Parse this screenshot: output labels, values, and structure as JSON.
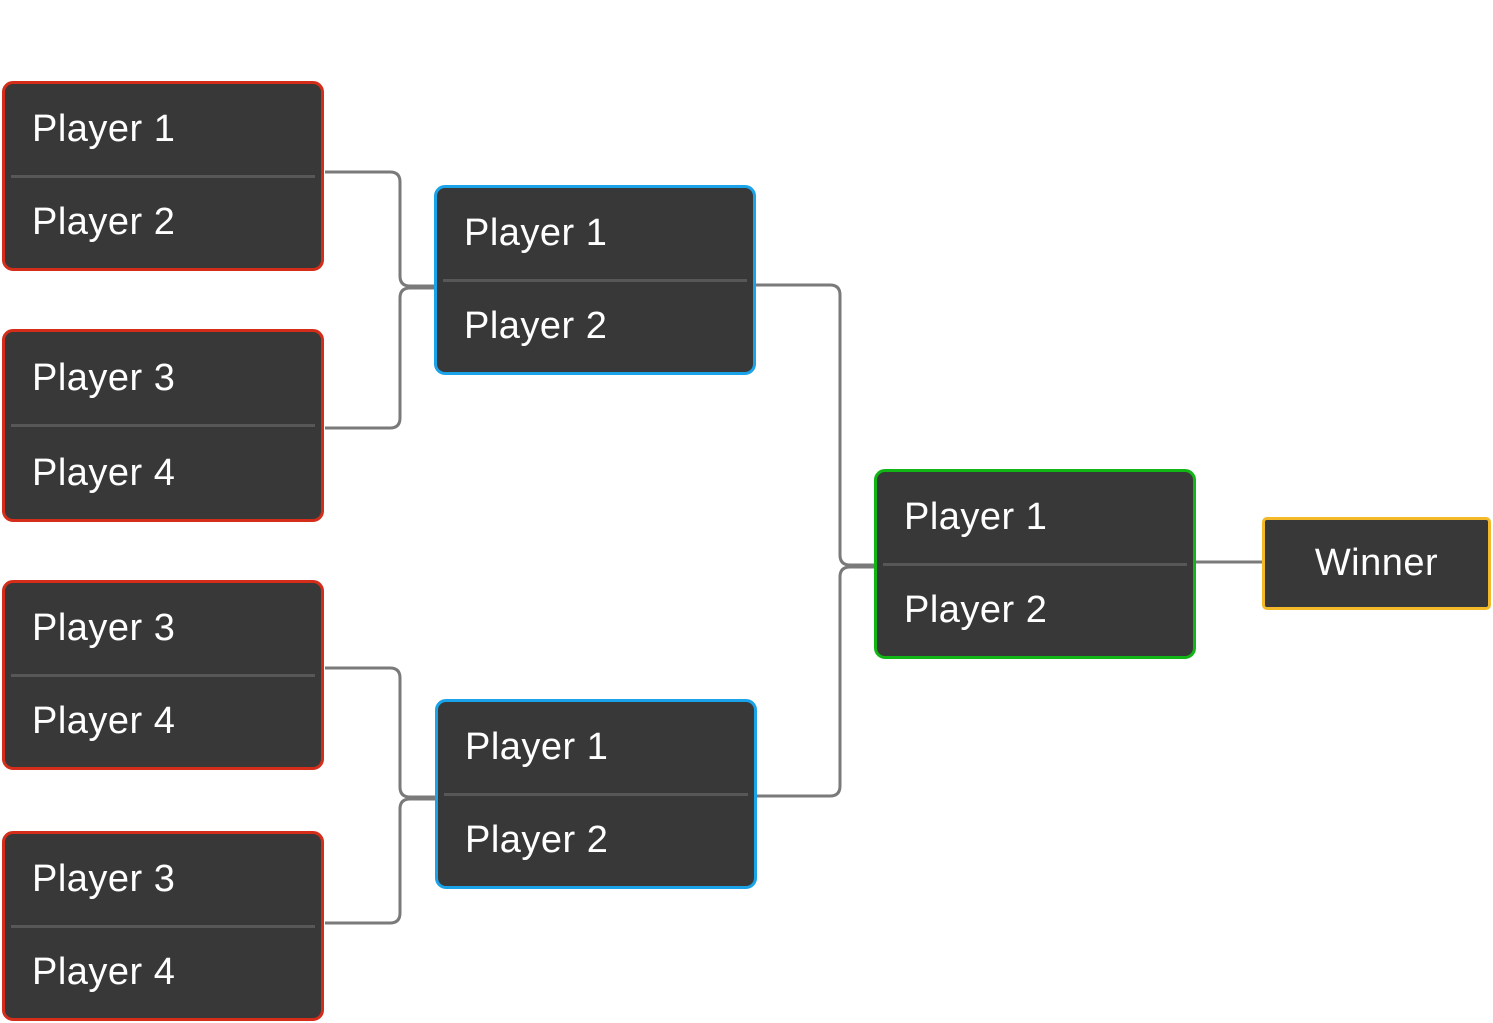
{
  "colors": {
    "round1_border": "#d42d1a",
    "round2_border": "#1aa3e8",
    "final_border": "#11b515",
    "winner_border": "#f3b928",
    "box_fill": "#383838",
    "connector": "#7a7a7a"
  },
  "round1": [
    {
      "top": "Player 1",
      "bottom": "Player 2"
    },
    {
      "top": "Player 3",
      "bottom": "Player 4"
    },
    {
      "top": "Player 3",
      "bottom": "Player 4"
    },
    {
      "top": "Player 3",
      "bottom": "Player 4"
    }
  ],
  "round2": [
    {
      "top": "Player 1",
      "bottom": "Player 2"
    },
    {
      "top": "Player 1",
      "bottom": "Player 2"
    }
  ],
  "final": {
    "top": "Player 1",
    "bottom": "Player 2"
  },
  "winner": "Winner"
}
